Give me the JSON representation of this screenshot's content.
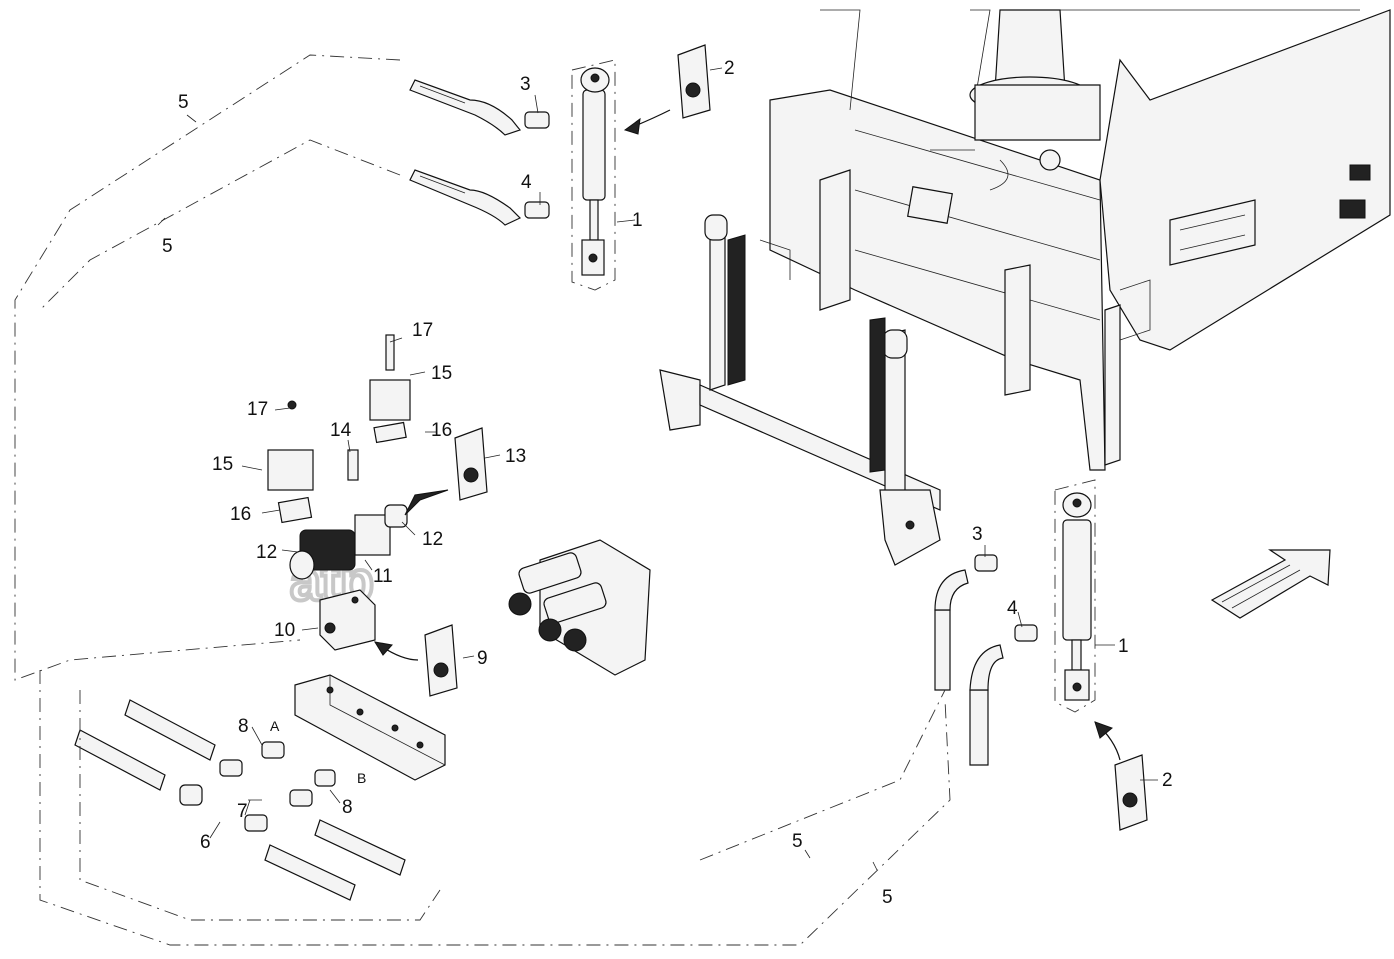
{
  "diagram": {
    "watermark": "atp",
    "watermark_tm": "TM",
    "callouts": {
      "c1a": "1",
      "c1b": "1",
      "c2a": "2",
      "c2b": "2",
      "c3a": "3",
      "c3b": "3",
      "c4a": "4",
      "c4b": "4",
      "c5a": "5",
      "c5b": "5",
      "c5c": "5",
      "c5d": "5",
      "c6": "6",
      "c7": "7",
      "c8a": "8",
      "c8b": "8",
      "c9": "9",
      "c10": "10",
      "c11": "11",
      "c12a": "12",
      "c12b": "12",
      "c13": "13",
      "c14": "14",
      "c15a": "15",
      "c15b": "15",
      "c16a": "16",
      "c16b": "16",
      "c17a": "17",
      "c17b": "17"
    },
    "ports": {
      "a": "A",
      "b": "B"
    }
  }
}
